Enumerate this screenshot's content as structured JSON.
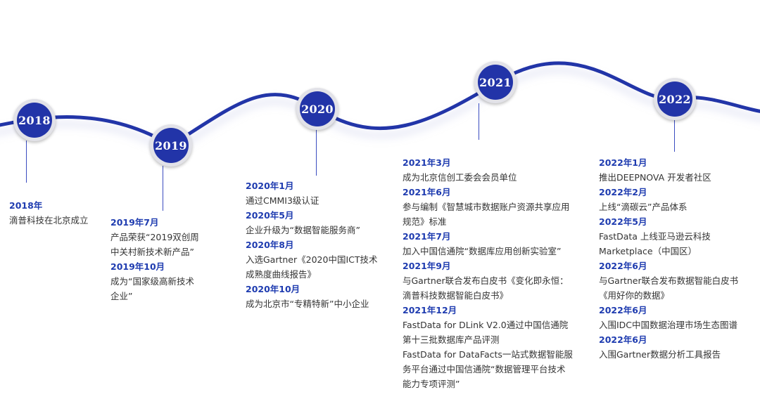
{
  "years": [
    "2018",
    "2019",
    "2020",
    "2021",
    "2022"
  ],
  "colors": {
    "accent": "#2234a8",
    "date": "#1f3cb0",
    "text": "#333333",
    "ring": "#e2e2e8"
  },
  "timeline": [
    {
      "year": "2018",
      "events": [
        {
          "date": "2018年",
          "lines": [
            "滴普科技在北京成立"
          ]
        }
      ]
    },
    {
      "year": "2019",
      "events": [
        {
          "date": "2019年7月",
          "lines": [
            "产品荣获“2019双创周",
            "中关村新技术新产品”"
          ]
        },
        {
          "date": "2019年10月",
          "lines": [
            "成为“国家级高新技术",
            "企业”"
          ]
        }
      ]
    },
    {
      "year": "2020",
      "events": [
        {
          "date": "2020年1月",
          "lines": [
            "通过CMMI3级认证"
          ]
        },
        {
          "date": "2020年5月",
          "lines": [
            "企业升级为“数据智能服务商”"
          ]
        },
        {
          "date": "2020年8月",
          "lines": [
            "入选Gartner《2020中国ICT技术",
            "成熟度曲线报告》"
          ]
        },
        {
          "date": "2020年10月",
          "lines": [
            "成为北京市“专精特新”中小企业"
          ]
        }
      ]
    },
    {
      "year": "2021",
      "events": [
        {
          "date": "2021年3月",
          "lines": [
            "成为北京信创工委会会员单位"
          ]
        },
        {
          "date": "2021年6月",
          "lines": [
            "参与编制《智慧城市数据账户资源共享应用",
            "规范》标准"
          ]
        },
        {
          "date": "2021年7月",
          "lines": [
            "加入中国信通院“数据库应用创新实验室”"
          ]
        },
        {
          "date": "2021年9月",
          "lines": [
            "与Gartner联合发布白皮书《变化即永恒：",
            "滴普科技数据智能白皮书》"
          ]
        },
        {
          "date": "2021年12月",
          "lines": [
            "FastData for DLink V2.0通过中国信通院",
            "第十三批数据库产品评测",
            "FastData for DataFacts一站式数据智能服",
            "务平台通过中国信通院“数据管理平台技术",
            "能力专项评测”"
          ]
        }
      ]
    },
    {
      "year": "2022",
      "events": [
        {
          "date": "2022年1月",
          "lines": [
            "推出DEEPNOVA 开发者社区"
          ]
        },
        {
          "date": "2022年2月",
          "lines": [
            "上线“滴碳云”产品体系"
          ]
        },
        {
          "date": "2022年5月",
          "lines": [
            "FastData 上线亚马逊云科技",
            "Marketplace（中国区）"
          ]
        },
        {
          "date": "2022年6月",
          "lines": [
            "与Gartner联合发布数据智能白皮书",
            "《用好你的数据》"
          ]
        },
        {
          "date": "2022年6月",
          "lines": [
            "入围IDC中国数据治理市场生态图谱"
          ]
        },
        {
          "date": "2022年6月",
          "lines": [
            "入围Gartner数据分析工具报告"
          ]
        }
      ]
    }
  ]
}
